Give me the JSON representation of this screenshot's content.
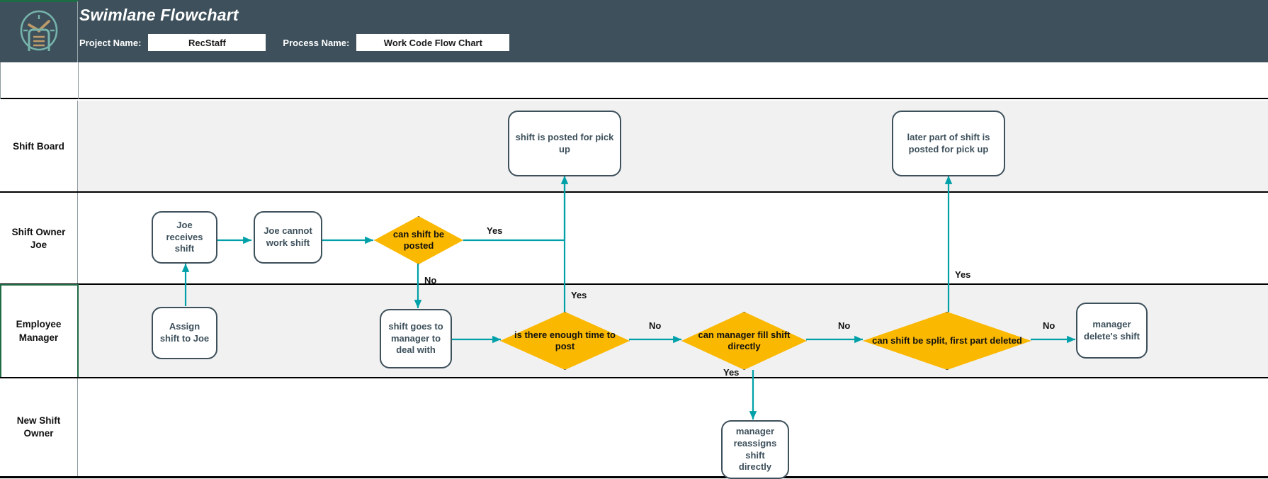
{
  "header": {
    "logo_icon": "clock-document-icon",
    "title": "Swimlane Flowchart",
    "project_label": "Project Name:",
    "project_value": "RecStaff",
    "process_label": "Process Name:",
    "process_value": "Work Code Flow Chart",
    "bg_color": "#3d505b",
    "accent_green": "#1f6b45"
  },
  "colors": {
    "lane_gray": "#f1f1f1",
    "lane_white": "#ffffff",
    "node_border": "#3d505b",
    "decision_fill": "#fbb800",
    "arrow": "#00a0a8",
    "selection": "#1f6b45"
  },
  "lanes": [
    {
      "label": "Shift Board",
      "fill": "gray"
    },
    {
      "label": "Shift Owner\nJoe",
      "fill": "white"
    },
    {
      "label": "Employee\nManager",
      "fill": "gray",
      "selected": true
    },
    {
      "label": "New Shift\nOwner",
      "fill": "white"
    }
  ],
  "nodes": [
    {
      "id": "shift-posted",
      "lane": 0,
      "type": "process",
      "label": "shift is posted for pick up"
    },
    {
      "id": "later-part-posted",
      "lane": 0,
      "type": "process",
      "label": "later part of shift is posted for pick up"
    },
    {
      "id": "joe-receives",
      "lane": 1,
      "type": "process",
      "label": "Joe receives shift"
    },
    {
      "id": "joe-cannot-work",
      "lane": 1,
      "type": "process",
      "label": "Joe cannot work shift"
    },
    {
      "id": "can-shift-be-posted",
      "lane": 1,
      "type": "decision",
      "label": "can shift be posted"
    },
    {
      "id": "assign-shift-joe",
      "lane": 2,
      "type": "process",
      "label": "Assign shift to Joe"
    },
    {
      "id": "shift-goes-manager",
      "lane": 2,
      "type": "process",
      "label": "shift goes to manager to deal with"
    },
    {
      "id": "enough-time",
      "lane": 2,
      "type": "decision",
      "label": "is there enough time to post"
    },
    {
      "id": "manager-fill",
      "lane": 2,
      "type": "decision",
      "label": "can manager fill shift directly"
    },
    {
      "id": "shift-split",
      "lane": 2,
      "type": "decision",
      "label": "can shift be split, first part deleted"
    },
    {
      "id": "manager-deletes",
      "lane": 2,
      "type": "process",
      "label": "manager delete's shift"
    },
    {
      "id": "manager-reassigns",
      "lane": 3,
      "type": "process",
      "label": "manager reassigns shift directly"
    }
  ],
  "edge_labels": [
    {
      "id": "yes-can-post",
      "text": "Yes"
    },
    {
      "id": "no-can-post",
      "text": "No"
    },
    {
      "id": "yes-enough-time",
      "text": "Yes"
    },
    {
      "id": "no-enough-time",
      "text": "No"
    },
    {
      "id": "no-manager-fill",
      "text": "No"
    },
    {
      "id": "yes-manager-fill",
      "text": "Yes"
    },
    {
      "id": "yes-shift-split",
      "text": "Yes"
    },
    {
      "id": "no-shift-split",
      "text": "No"
    }
  ]
}
